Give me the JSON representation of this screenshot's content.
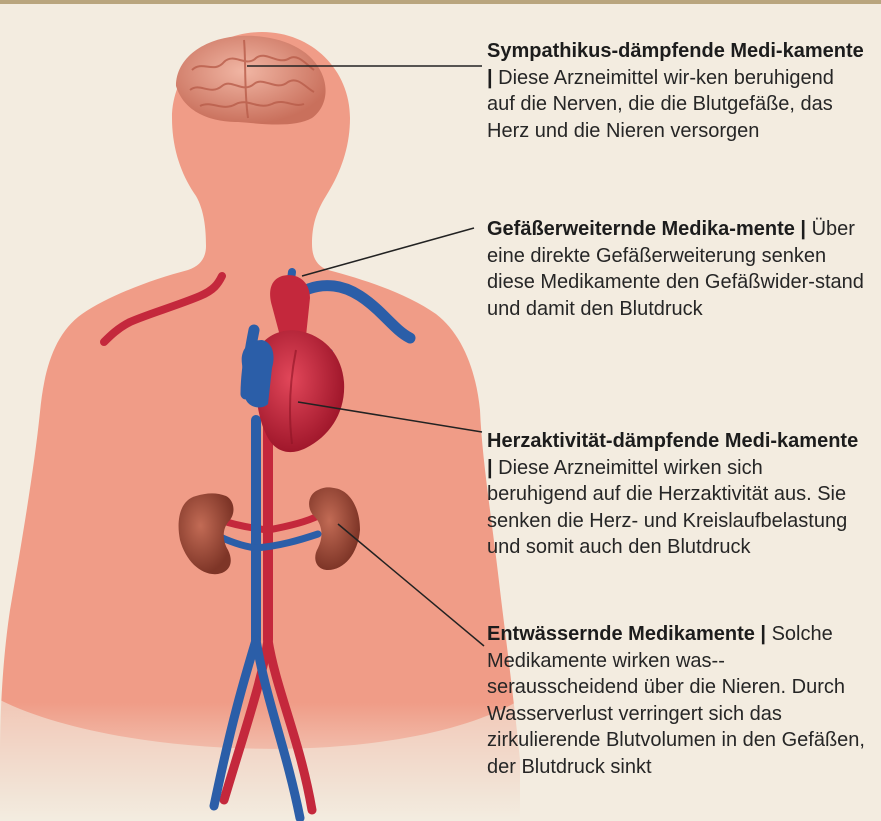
{
  "labels": [
    {
      "title": "Sympathikus-dämpfende Medi-­kamente |",
      "text": "Diese Arzneimittel wir-­ken beruhigend auf die Nerven, die die Blutgefäße, das Herz und die Nieren versorgen"
    },
    {
      "title": "Gefäßerweiternde Medika-­mente |",
      "text": "Über eine direkte Gefäßerweiterung senken diese Medikamente den Gefäßwider-­stand und damit den Blutdruck"
    },
    {
      "title": "Herzaktivität-dämpfende Medi-­kamente |",
      "text": "Diese Arzneimittel wirken sich beruhigend auf die Herzaktivität aus. Sie senken die Herz- und Kreislaufbelastung und somit auch den Blutdruck"
    },
    {
      "title": "Entwässernde Medikamente |",
      "text": "Solche Medikamente wirken was-­serausscheidend über die Nieren. Durch Wasserverlust verringert sich das zirkulierende Blutvolumen in den Gefäßen, der Blutdruck sinkt"
    }
  ],
  "colors": {
    "background": "#f3ece0",
    "body": "#f2a592",
    "artery": "#c4283c",
    "vein": "#2b5ea8",
    "brain": "#e8a08c",
    "kidney": "#9b4a3a",
    "leader_line": "#222222"
  },
  "icons": [
    "body-silhouette",
    "brain-icon",
    "heart-icon",
    "kidney-icon"
  ]
}
